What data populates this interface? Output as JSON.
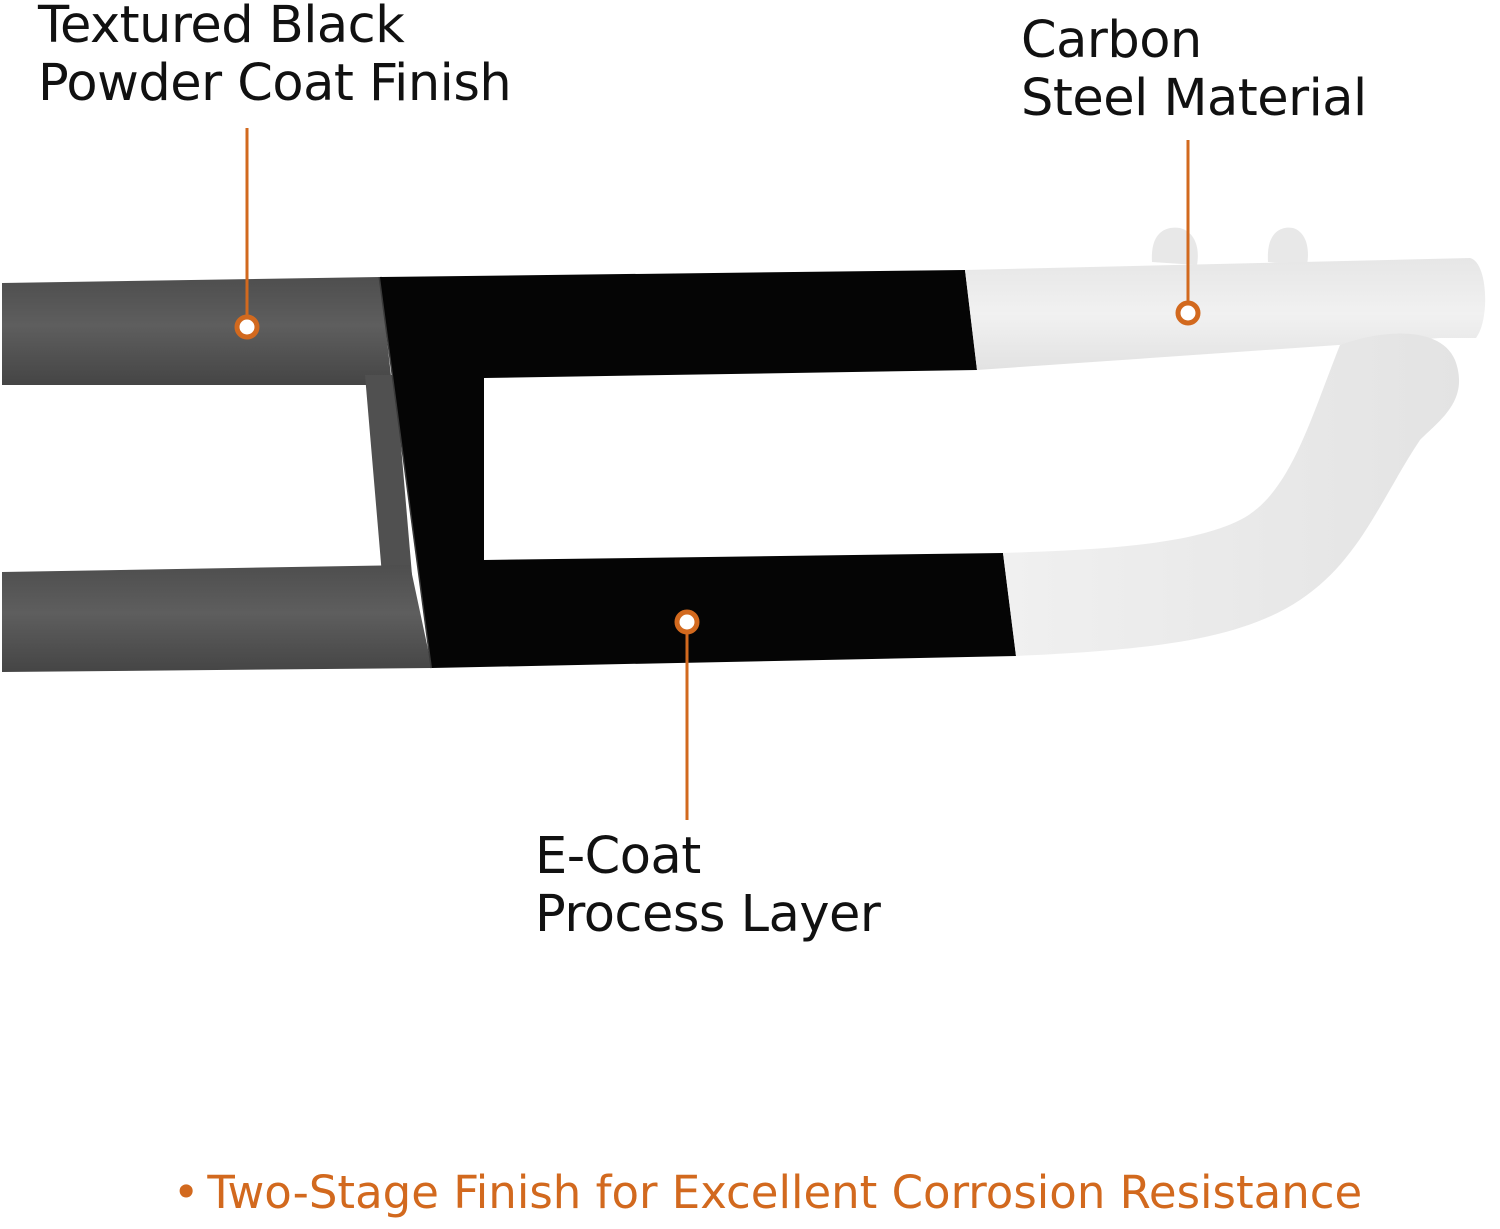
{
  "callouts": {
    "powder_coat": {
      "line1": "Textured Black",
      "line2": "Powder Coat Finish"
    },
    "carbon_steel": {
      "line1": "Carbon",
      "line2": "Steel Material"
    },
    "ecoat": {
      "line1": "E-Coat",
      "line2": "Process Layer"
    }
  },
  "footer": {
    "bullet": "•",
    "text": "Two-Stage Finish for Excellent Corrosion Resistance"
  },
  "colors": {
    "accent": "#d2691e",
    "powder_coat": "#555555",
    "ecoat": "#050505",
    "steel": "#eeeeee"
  }
}
